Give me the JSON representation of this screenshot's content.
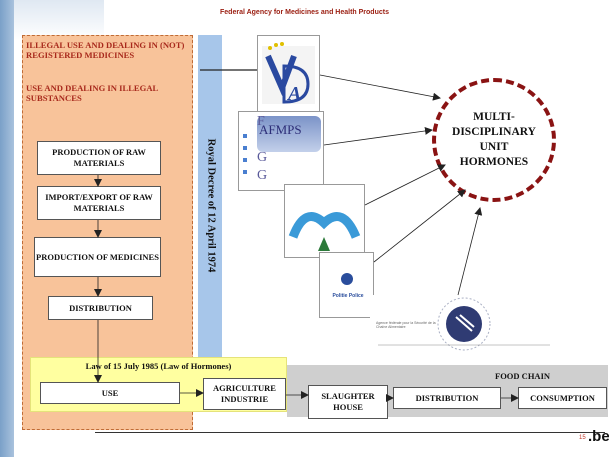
{
  "header": "Federal Agency for Medicines and Health Products",
  "left_panel": {
    "title1": "ILLEGAL USE AND DEALING IN (NOT) REGISTERED MEDICINES",
    "title2": "USE AND DEALING IN ILLEGAL SUBSTANCES",
    "steps": [
      "PRODUCTION OF RAW MATERIALS",
      "IMPORT/EXPORT OF RAW MATERIALS",
      "PRODUCTION OF MEDICINES",
      "DISTRIBUTION"
    ]
  },
  "royal_decree": "Royal Decree of 12 April 1974",
  "law_label": "Law of 15 July 1985 (Law of Hormones)",
  "chain": {
    "use": "USE",
    "agriculture": "AGRICULTURE INDUSTRIE",
    "slaughter": "SLAUGHTER HOUSE",
    "distribution": "DISTRIBUTION",
    "consumption": "CONSUMPTION"
  },
  "food_chain_label": "FOOD CHAIN",
  "logos": {
    "dga": "DGA",
    "afmps": "AFMPS",
    "afmps_letters": [
      "F",
      "G",
      "G"
    ],
    "police": "Politie Police",
    "afsca": "Agence fédérale pour la Sécurité de la Chaîne Alimentaire"
  },
  "multidisciplinary_unit": [
    "MULTI-",
    "DISCIPLINARY",
    "UNIT",
    "HORMONES"
  ],
  "page_number": "15",
  "be_logo": ".be",
  "colors": {
    "orange_panel": "#f8c39a",
    "blue_bar": "#a7c6ea",
    "yellow_box": "#ffffa0",
    "gray_band": "#cfcfcf",
    "circle": "#8a1313",
    "red_text": "#a8291c"
  }
}
